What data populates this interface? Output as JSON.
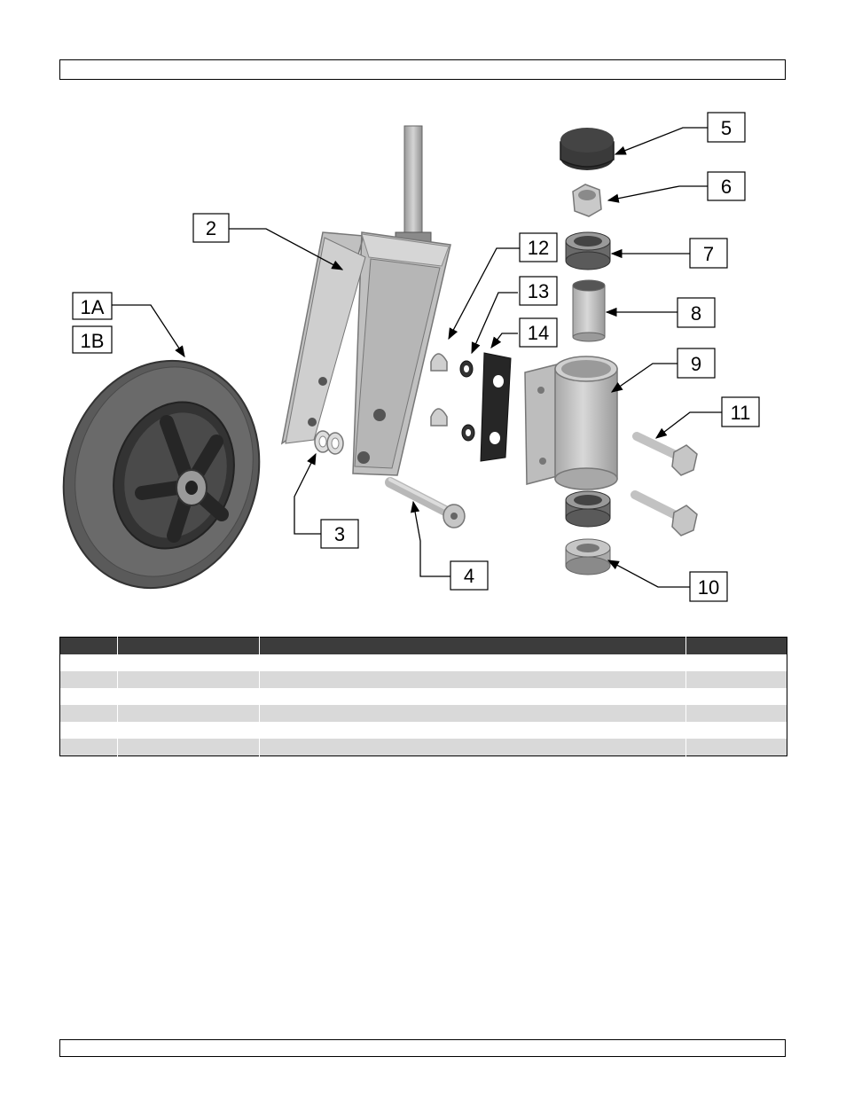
{
  "callouts": {
    "c1a": "1A",
    "c1b": "1B",
    "c2": "2",
    "c3": "3",
    "c4": "4",
    "c5": "5",
    "c6": "6",
    "c7": "7",
    "c8": "8",
    "c9": "9",
    "c10": "10",
    "c11": "11",
    "c12": "12",
    "c13": "13",
    "c14": "14"
  },
  "colors": {
    "table_header": "#3c3c3c",
    "table_shade": "#d9d9d9",
    "metal_light": "#c8c8c8",
    "metal_dark": "#8a8a8a",
    "rubber": "#2a2a2a"
  }
}
